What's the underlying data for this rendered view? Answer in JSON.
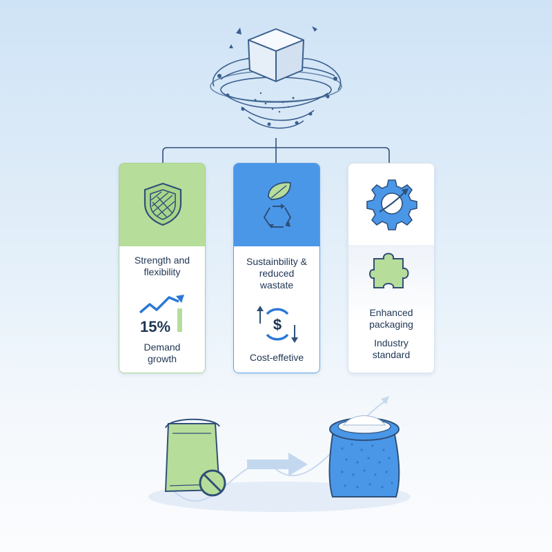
{
  "cards": [
    {
      "id": "strength",
      "label_line1": "Strength and",
      "label_line2": "flexibility",
      "stat_value": "15%",
      "stat_label_line1": "Demand",
      "stat_label_line2": "growth",
      "colors": {
        "head": "#b7dd9a",
        "border": "#a9d38a"
      }
    },
    {
      "id": "sustainability",
      "label_line1": "Sustainbility &",
      "label_line2": "reduced",
      "label_line3": "wastate",
      "stat_label": "Cost-effetive",
      "colors": {
        "head": "#4a97e8",
        "border": "#5a9fe6"
      }
    },
    {
      "id": "packaging",
      "label_line1": "Enhanced",
      "label_line2": "packaging",
      "stat_label_line1": "Industry",
      "stat_label_line2": "standard",
      "colors": {
        "head": "#ffffff",
        "border": "#d8e4f0"
      }
    }
  ],
  "icons": {
    "top": "sugar-cube-swirl-icon",
    "card1_head": "shield-icon",
    "card1_stat": "trend-up-arrow-icon",
    "card2_head": "leaf-recycle-icon",
    "card2_stat": "dollar-cycle-icon",
    "card3_head": "gear-arrow-icon",
    "card3_stat": "puzzle-piece-icon",
    "bottom_left": "green-sack-icon",
    "bottom_no": "no-symbol-icon",
    "bottom_arrow": "right-arrow-icon",
    "bottom_right": "blue-sack-icon"
  },
  "colors": {
    "outline": "#2f4f78",
    "accent_blue": "#4a97e8",
    "accent_green": "#b7dd9a"
  }
}
